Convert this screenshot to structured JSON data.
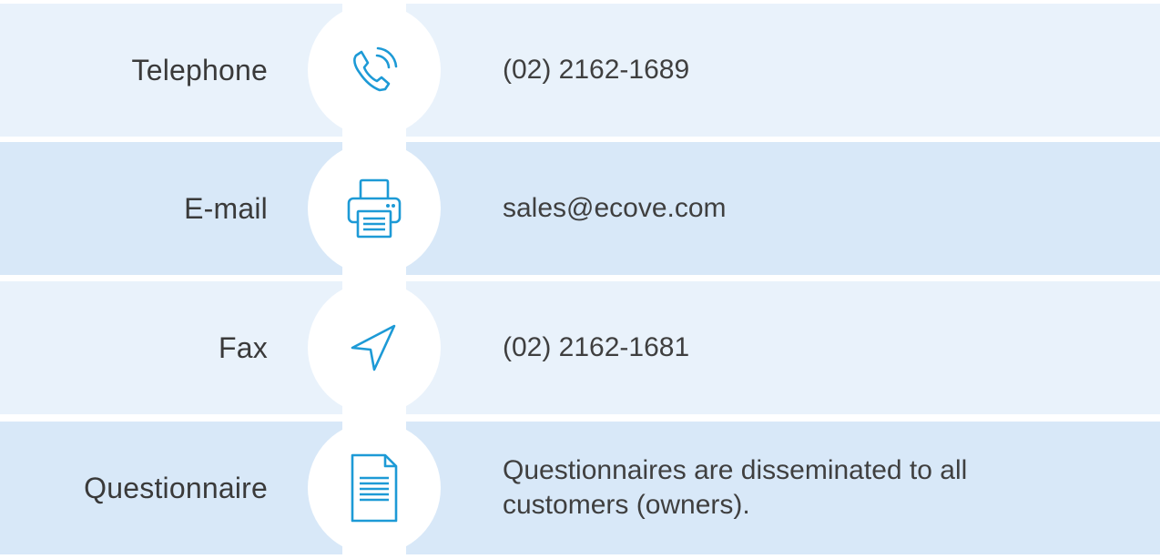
{
  "contacts": [
    {
      "label": "Telephone",
      "value": "(02) 2162-1689",
      "icon": "phone-icon"
    },
    {
      "label": "E-mail",
      "value": "sales@ecove.com",
      "icon": "printer-icon"
    },
    {
      "label": "Fax",
      "value": "(02) 2162-1681",
      "icon": "navigation-arrow-icon"
    },
    {
      "label": "Questionnaire",
      "value": "Questionnaires are disseminated to all customers (owners).",
      "icon": "document-icon"
    }
  ],
  "colors": {
    "row_light": "#e9f2fb",
    "row_dark": "#d8e8f8",
    "icon_blue": "#1d9ad6",
    "text": "#3a3a3a"
  }
}
